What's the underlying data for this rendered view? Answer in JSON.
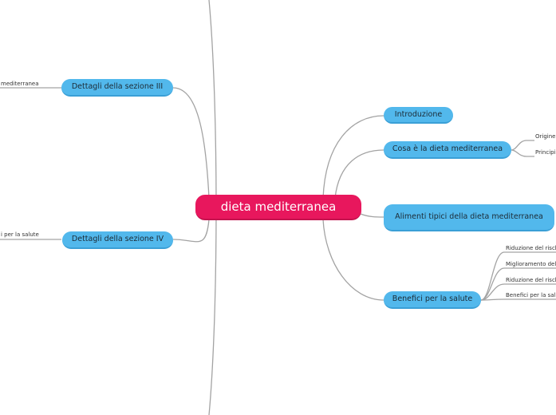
{
  "central": {
    "label": "dieta mediterranea"
  },
  "right": {
    "introduzione": {
      "label": "Introduzione"
    },
    "cosa": {
      "label": "Cosa è la dieta mediterranea",
      "leaves": [
        "Origine",
        "Principi"
      ]
    },
    "alimenti": {
      "label": "Alimenti tipici della dieta mediterranea"
    },
    "benefici": {
      "label": "Benefici per la salute",
      "leaves": [
        "Riduzione del risch",
        "Miglioramento del",
        "Riduzione del risch",
        "Benefici per la salu"
      ]
    }
  },
  "left": {
    "sezione3": {
      "label": "Dettagli della sezione III",
      "leaf": "mediterranea"
    },
    "sezione4": {
      "label": "Dettagli della sezione IV",
      "leaf": "i per la salute"
    }
  },
  "colors": {
    "central": "#e8175d",
    "topic": "#52b8ec",
    "connector": "#9a9a9a"
  }
}
